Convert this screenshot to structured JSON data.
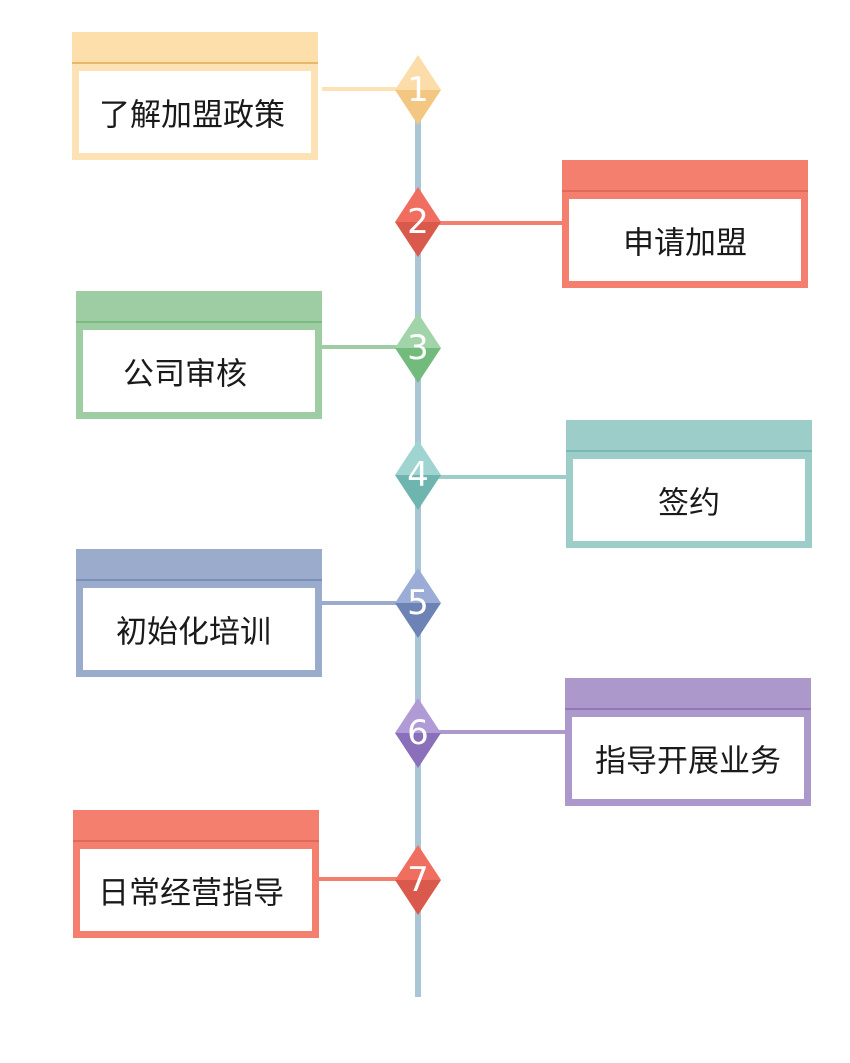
{
  "steps": [
    {
      "number": "1",
      "label": "了解加盟政策",
      "color": "#fbd9a3",
      "band_line": "#e6b460",
      "border": "#fde2b5",
      "diamond_light": "#fbd9a3",
      "diamond_dark": "#f0c17a",
      "side": "left"
    },
    {
      "number": "2",
      "label": "申请加盟",
      "color": "#f47f6f",
      "band_line": "#e06b5d",
      "border": "#f47f6f",
      "diamond_light": "#ef6e60",
      "diamond_dark": "#d9594c",
      "side": "right"
    },
    {
      "number": "3",
      "label": "公司审核",
      "color": "#9fcda3",
      "band_line": "#77b77f",
      "border": "#9fcda3",
      "diamond_light": "#9fd3a6",
      "diamond_dark": "#6fb97a",
      "side": "left"
    },
    {
      "number": "4",
      "label": "签约",
      "color": "#9ccdc9",
      "band_line": "#7ab8b3",
      "border": "#9ccdc9",
      "diamond_light": "#9fd3cf",
      "diamond_dark": "#6db5ae",
      "side": "right"
    },
    {
      "number": "5",
      "label": "初始化培训",
      "color": "#9aabcb",
      "band_line": "#7a8fb9",
      "border": "#9aabcb",
      "diamond_light": "#9aabd3",
      "diamond_dark": "#6d82b5",
      "side": "left"
    },
    {
      "number": "6",
      "label": "指导开展业务",
      "color": "#ac98cb",
      "band_line": "#9078b9",
      "border": "#ac98cb",
      "diamond_light": "#ae98d3",
      "diamond_dark": "#8a6fbb",
      "side": "right"
    },
    {
      "number": "7",
      "label": "日常经营指导",
      "color": "#f47f6f",
      "band_line": "#e06b5d",
      "border": "#f47f6f",
      "diamond_light": "#ef6e60",
      "diamond_dark": "#d9594c",
      "side": "left"
    }
  ]
}
